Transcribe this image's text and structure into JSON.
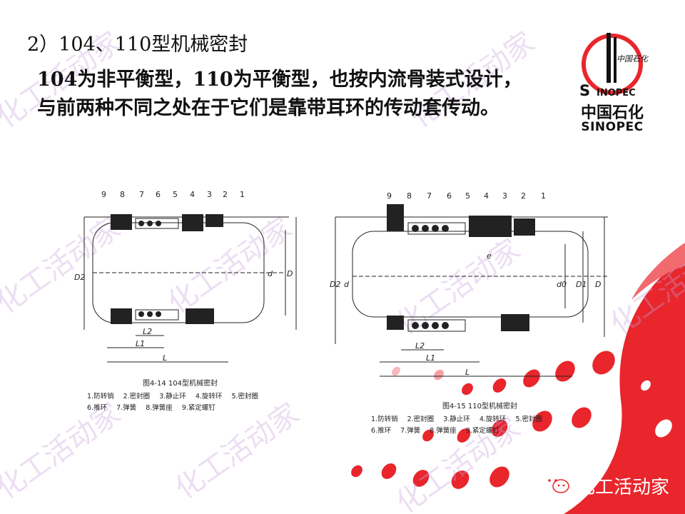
{
  "slide": {
    "title": "2）104、110型机械密封",
    "body_line1": "104为非平衡型，110为平衡型，也按内流骨装式设计，",
    "body_line2": "与前两种不同之处在于它们是靠带耳环的传动套传动。"
  },
  "logo": {
    "chinese": "中国石化",
    "english": "SINOPEC",
    "mark_text": "中国石化",
    "mark_letters": "SINOPEC"
  },
  "figure_left": {
    "numbers": [
      "9",
      "8",
      "7",
      "6",
      "5",
      "4",
      "3",
      "2",
      "1"
    ],
    "caption": "图4-14  104型机械密封",
    "legend_row1": [
      "1.防转销",
      "2.密封圈",
      "3.静止环",
      "4.旋转环",
      "5.密封圈"
    ],
    "legend_row2": [
      "6.推环",
      "7.弹簧",
      "8.弹簧座",
      "9.紧定螺钉"
    ],
    "dim_labels": [
      "D2",
      "d",
      "D",
      "L2",
      "L1",
      "L"
    ]
  },
  "figure_right": {
    "numbers": [
      "9",
      "8",
      "7",
      "6",
      "5",
      "4",
      "3",
      "2",
      "1"
    ],
    "caption": "图4-15  110型机械密封",
    "legend_row1": [
      "1.防转销",
      "2.密封圈",
      "3.静止环",
      "4.旋转环",
      "5.密封圈"
    ],
    "legend_row2": [
      "6.推环",
      "7.弹簧",
      "8.弹簧座",
      "9.紧定螺钉"
    ],
    "dim_labels": [
      "D2",
      "d",
      "e",
      "d0",
      "D1",
      "D",
      "L2",
      "L1",
      "L"
    ]
  },
  "watermark_text": "化工活动家",
  "footer": {
    "wechat_label": "化工活动家",
    "icon": "wechat-icon"
  },
  "colors": {
    "accent_red": "#e8262c",
    "text": "#111111"
  }
}
